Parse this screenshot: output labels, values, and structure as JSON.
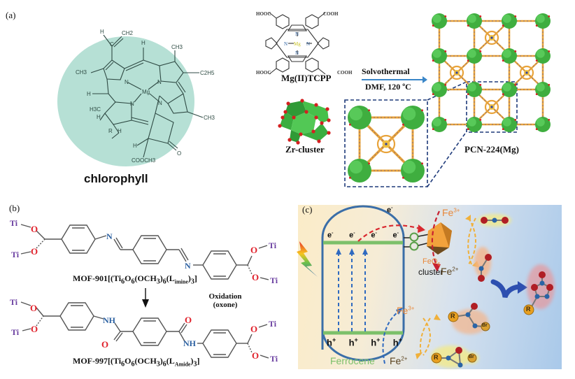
{
  "panels": {
    "a": {
      "label": "(a)",
      "chlorophyll": {
        "name": "chlorophyll",
        "atoms": {
          "mg": "Mg",
          "n": "N",
          "h": "H",
          "ch2_vinyl": "CH2",
          "ch3_top": "CH3",
          "ch3_left": "CH3",
          "c2h5": "C2H5",
          "ch3_right": "CH3",
          "h3c": "H3C",
          "r": "R",
          "cooch3": "COOCH3",
          "o": "O",
          "c": "C"
        }
      },
      "tcpp": {
        "name": "Mg(II)TCPP",
        "cooh_left": "HOOC",
        "cooh_right": "COOH",
        "metal": "Mg",
        "n": "N"
      },
      "reaction": {
        "top": "Solvothermal",
        "bottom": "DMF, 120 ºC"
      },
      "cluster_label": "Zr-cluster",
      "product_label": "PCN-224(Mg)",
      "colors": {
        "circle": "#b6e0d5",
        "cluster": "#3fae3f",
        "linker": "#e8a33a",
        "oxygen": "#d42020",
        "arrow": "#3a86c8",
        "dashed_box": "#1e3a7a"
      }
    },
    "b": {
      "label": "(b)",
      "top_formula": {
        "main": "MOF-901[(Ti",
        "s1": "6",
        "o": "O",
        "s2": "6",
        "och3": "(OCH",
        "s3": "3",
        "close": ")",
        "s4": "6",
        "l": "(L",
        "sub": "imine",
        "end": ")",
        "s5": "3",
        "tail": "]"
      },
      "bottom_formula": {
        "main": "MOF-997[(Ti",
        "s1": "6",
        "o": "O",
        "s2": "6",
        "och3": "(OCH",
        "s3": "3",
        "close": ")",
        "s4": "6",
        "l": "(L",
        "sub": "Amide",
        "end": ")",
        "s5": "3",
        "tail": "]"
      },
      "condition_line1": "Oxidation",
      "condition_line2": "(oxone)",
      "atoms": {
        "ti": "Ti",
        "o": "O",
        "n": "N",
        "nh": "NH"
      },
      "colors": {
        "ti": "#6a3ea0",
        "o": "#e0202a",
        "n": "#2a5fa0"
      }
    },
    "c": {
      "label": "(c)",
      "electron": "e",
      "electron_sup": "-",
      "hole": "h",
      "hole_sup": "+",
      "ferrocene": "Ferrocene",
      "feo6": {
        "base": "FeO",
        "sub": "6"
      },
      "cluster": "cluster",
      "fe3_base": "Fe",
      "fe3_sup": "3+",
      "fe2_base": "Fe",
      "fe2_sup": "2+",
      "r": "R",
      "br": "Br",
      "oxygen_radical": "O",
      "colors": {
        "bg_left": "#fbecc8",
        "bg_right": "#a9c9ea",
        "capsule": "#3a6ea8",
        "band": "#7cc06a",
        "red_arrow": "#d9282f",
        "orange": "#f0a83a",
        "blue_arrow": "#2d4fb0"
      }
    }
  }
}
